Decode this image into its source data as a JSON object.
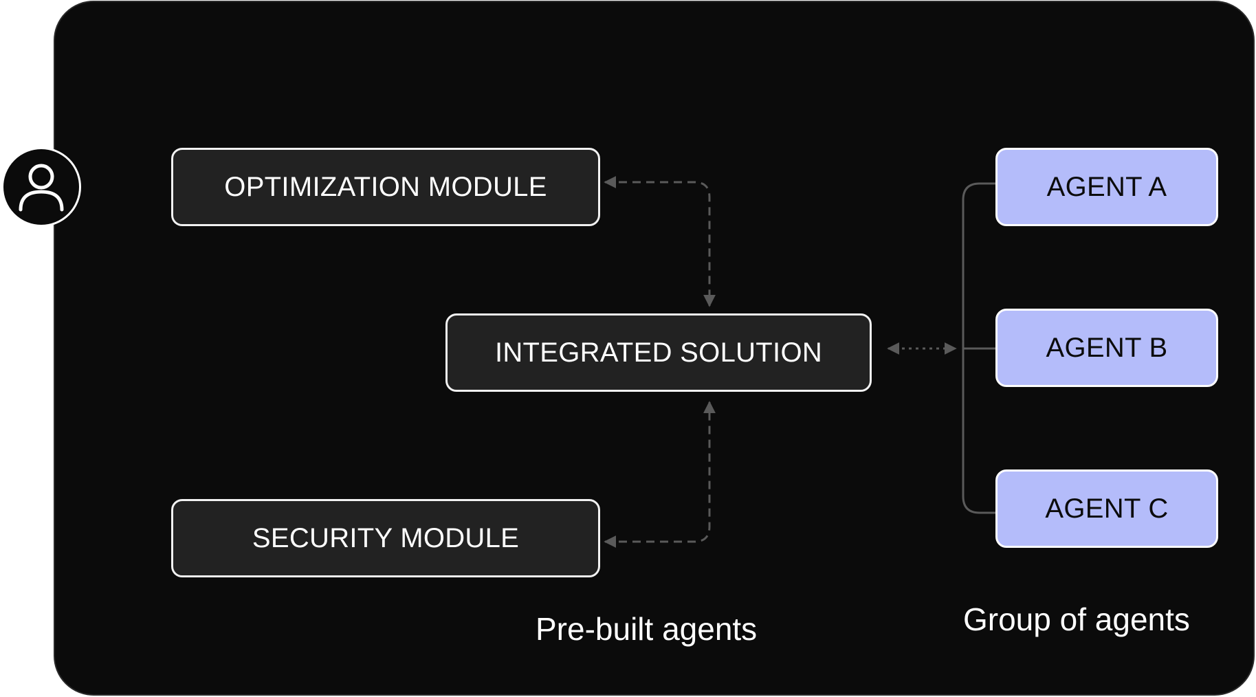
{
  "diagram": {
    "modules": {
      "optimization": "OPTIMIZATION MODULE",
      "integrated": "INTEGRATED SOLUTION",
      "security": "SECURITY MODULE"
    },
    "agents": [
      "AGENT A",
      "AGENT B",
      "AGENT C"
    ],
    "captions": {
      "prebuilt": "Pre-built agents",
      "group": "Group of agents"
    },
    "colors": {
      "panel_background": "#0b0b0b",
      "module_fill": "#222222",
      "agent_fill": "#b4bcfa",
      "connector": "#5a5a5a"
    },
    "icons": {
      "user": "user-icon"
    }
  }
}
